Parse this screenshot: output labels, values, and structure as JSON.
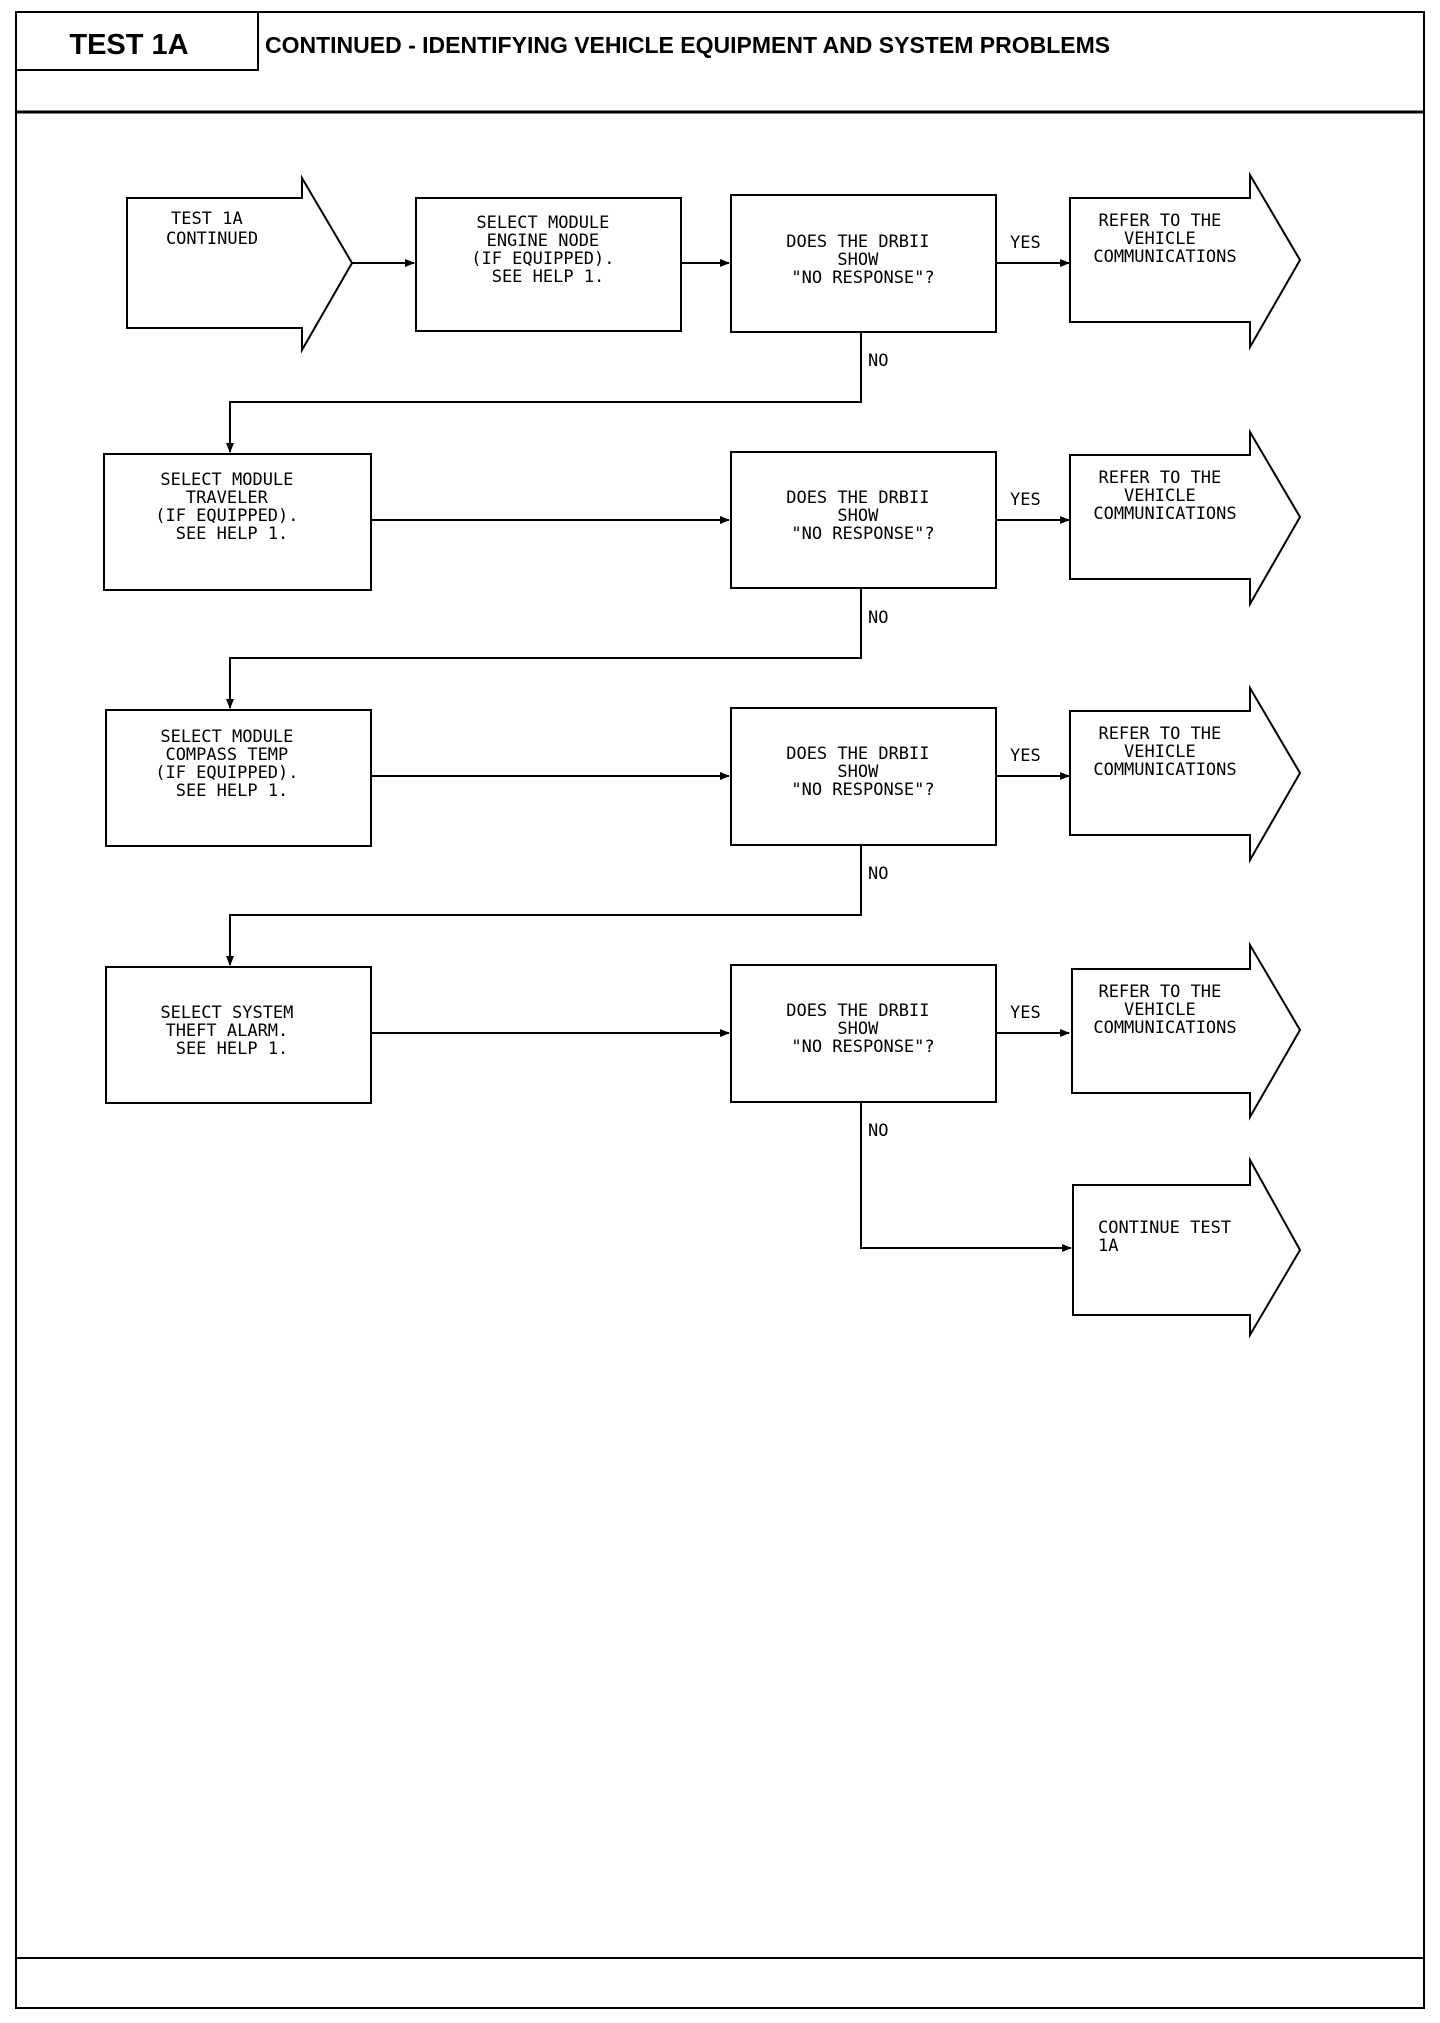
{
  "header": {
    "test_label": "TEST 1A",
    "title": "CONTINUED - IDENTIFYING VEHICLE EQUIPMENT AND SYSTEM PROBLEMS"
  },
  "start": {
    "lines": [
      "TEST 1A",
      "CONTINUED"
    ]
  },
  "rows": [
    {
      "step": [
        "SELECT MODULE",
        "ENGINE NODE",
        "(IF EQUIPPED).",
        "SEE HELP 1."
      ],
      "decision": [
        "DOES THE DRBII",
        "SHOW",
        "\"NO RESPONSE\"?"
      ],
      "yes_label": "YES",
      "no_label": "NO",
      "result": [
        "REFER TO THE",
        "VEHICLE",
        "COMMUNICATIONS"
      ]
    },
    {
      "step": [
        "SELECT MODULE",
        "TRAVELER",
        "(IF EQUIPPED).",
        "SEE HELP 1."
      ],
      "decision": [
        "DOES THE DRBII",
        "SHOW",
        "\"NO RESPONSE\"?"
      ],
      "yes_label": "YES",
      "no_label": "NO",
      "result": [
        "REFER TO THE",
        "VEHICLE",
        "COMMUNICATIONS"
      ]
    },
    {
      "step": [
        "SELECT MODULE",
        "COMPASS TEMP",
        "(IF EQUIPPED).",
        "SEE HELP 1."
      ],
      "decision": [
        "DOES THE DRBII",
        "SHOW",
        "\"NO RESPONSE\"?"
      ],
      "yes_label": "YES",
      "no_label": "NO",
      "result": [
        "REFER TO THE",
        "VEHICLE",
        "COMMUNICATIONS"
      ]
    },
    {
      "step": [
        "SELECT SYSTEM",
        "THEFT ALARM.",
        "SEE HELP 1."
      ],
      "decision": [
        "DOES THE DRBII",
        "SHOW",
        "\"NO RESPONSE\"?"
      ],
      "yes_label": "YES",
      "no_label": "NO",
      "result": [
        "REFER TO THE",
        "VEHICLE",
        "COMMUNICATIONS"
      ]
    }
  ],
  "end": {
    "lines": [
      "CONTINUE TEST",
      "1A"
    ]
  }
}
